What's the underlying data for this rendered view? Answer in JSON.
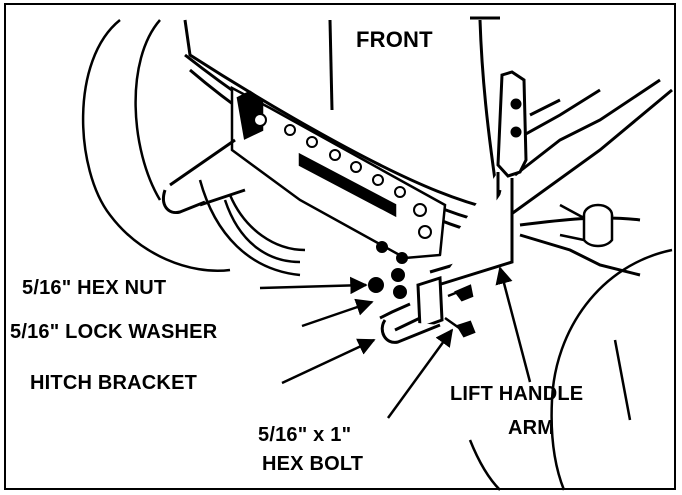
{
  "diagram": {
    "labels": {
      "front": "FRONT",
      "hex_nut": "5/16\" HEX  NUT",
      "lock_washer": "5/16\" LOCK WASHER",
      "hitch_bracket": "HITCH BRACKET",
      "hex_bolt_size": "5/16\" x 1\"",
      "hex_bolt": "HEX BOLT",
      "lift_handle": "LIFT HANDLE",
      "lift_arm": "ARM"
    }
  }
}
